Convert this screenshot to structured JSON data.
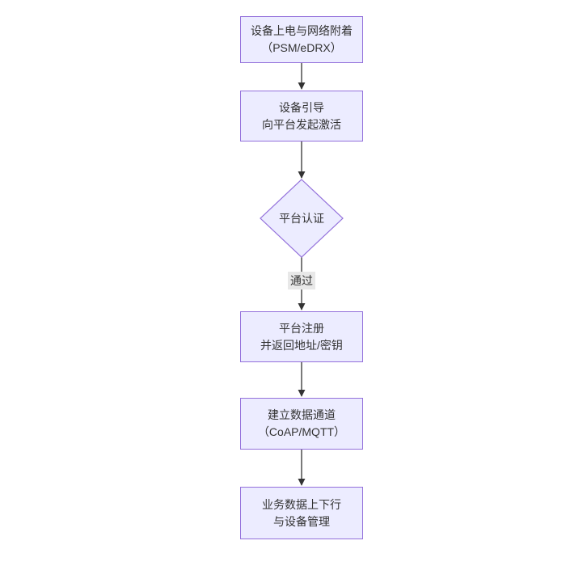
{
  "diagram": {
    "kind": "flowchart",
    "direction": "top-to-bottom",
    "nodes": [
      {
        "id": "power-attach",
        "shape": "rectangle",
        "label": "设备上电与网络附着\n（PSM/eDRX）"
      },
      {
        "id": "bootstrap",
        "shape": "rectangle",
        "label": "设备引导\n向平台发起激活"
      },
      {
        "id": "platform-auth",
        "shape": "diamond",
        "label": "平台认证"
      },
      {
        "id": "platform-register",
        "shape": "rectangle",
        "label": "平台注册\n并返回地址/密钥"
      },
      {
        "id": "data-channel",
        "shape": "rectangle",
        "label": "建立数据通道\n（CoAP/MQTT）"
      },
      {
        "id": "business-data",
        "shape": "rectangle",
        "label": "业务数据上下行\n与设备管理"
      }
    ],
    "edges": [
      {
        "from": "power-attach",
        "to": "bootstrap",
        "label": ""
      },
      {
        "from": "bootstrap",
        "to": "platform-auth",
        "label": ""
      },
      {
        "from": "platform-auth",
        "to": "platform-register",
        "label": "通过"
      },
      {
        "from": "platform-register",
        "to": "data-channel",
        "label": ""
      },
      {
        "from": "data-channel",
        "to": "business-data",
        "label": ""
      }
    ],
    "colors": {
      "node_fill": "#ECECFF",
      "node_border": "#9370DB",
      "arrow": "#333333",
      "edge_label_bg": "#E8E8E8",
      "text": "#333333",
      "background": "#FFFFFF"
    }
  }
}
